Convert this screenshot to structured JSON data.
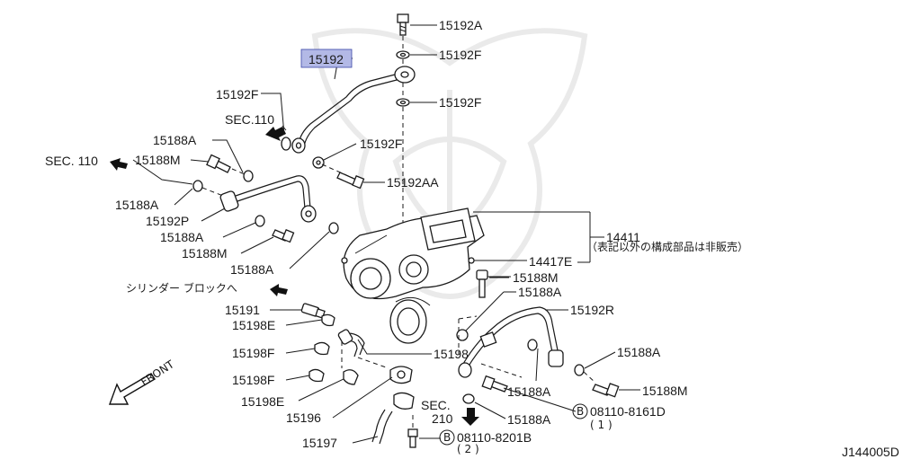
{
  "diagram": {
    "highlight_color": "#b3b9e6",
    "labels": {
      "p15192A": "15192A",
      "p15192F_1": "15192F",
      "p15192_hl": "15192",
      "p15192F_2": "15192F",
      "p15192F_3": "15192F",
      "p15192F_4": "15192F",
      "sec110_a": "SEC.110",
      "p15188A_1": "15188A",
      "sec110_b": "SEC. 110",
      "p15188M_1": "15188M",
      "p15192AA": "15192AA",
      "p15188A_2": "15188A",
      "p15192P": "15192P",
      "p15188A_3": "15188A",
      "p15188M_2": "15188M",
      "p15188A_4": "15188A",
      "p14411": "14411",
      "p14411_note": "（表記以外の構成部品は非販売）",
      "p14417E": "14417E",
      "p15188M_3": "15188M",
      "cylinder_block": "シリンダー ブロックへ",
      "p15188A_5": "15188A",
      "p15191": "15191",
      "p15192R": "15192R",
      "p15198E_1": "15198E",
      "p15198F_1": "15198F",
      "p15198": "15198",
      "p15188A_6": "15188A",
      "p15198F_2": "15198F",
      "p15188A_7": "15188A",
      "p15188M_4": "15188M",
      "front": "FRONT",
      "p15198E_2": "15198E",
      "sec210_a": "SEC.",
      "sec210_b": "210",
      "b1_circle": "B",
      "b1_part": "08110-8161D",
      "b1_qty": "( 1 )",
      "p15188A_8": "15188A",
      "p15196": "15196",
      "p15197": "15197",
      "b2_circle": "B",
      "b2_part": "08110-8201B",
      "b2_qty": "( 2 )",
      "code": "J144005D"
    }
  }
}
